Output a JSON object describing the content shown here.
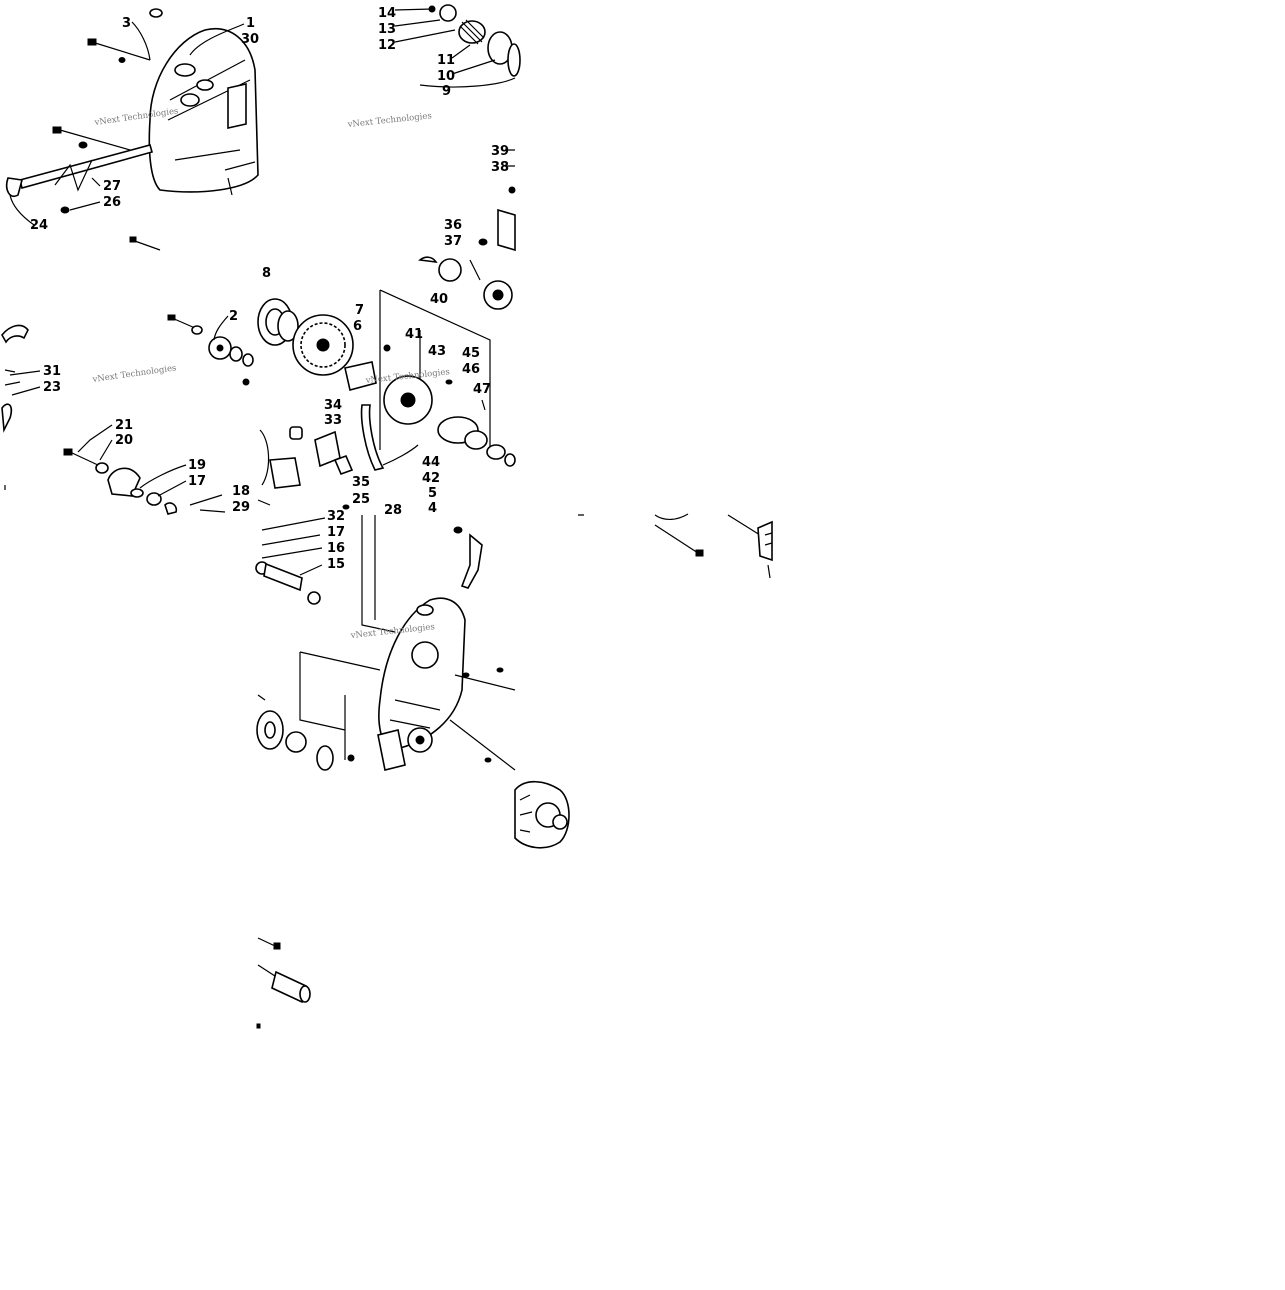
{
  "diagram": {
    "watermark_text": "vNext Technologies",
    "callouts": {
      "tile_a": [
        "3",
        "1",
        "30",
        "27",
        "26",
        "24"
      ],
      "tile_b": [
        "14",
        "13",
        "12",
        "11",
        "10",
        "9",
        "39",
        "38",
        "36",
        "37",
        "8",
        "7",
        "6",
        "40",
        "41",
        "43",
        "45",
        "46",
        "47",
        "34",
        "33",
        "35",
        "25",
        "28",
        "44",
        "42",
        "5",
        "4"
      ],
      "tile_c": [
        "2",
        "31",
        "23",
        "21",
        "20",
        "19",
        "17",
        "18",
        "29"
      ],
      "tile_d": [
        "32",
        "17",
        "16",
        "15"
      ]
    }
  }
}
